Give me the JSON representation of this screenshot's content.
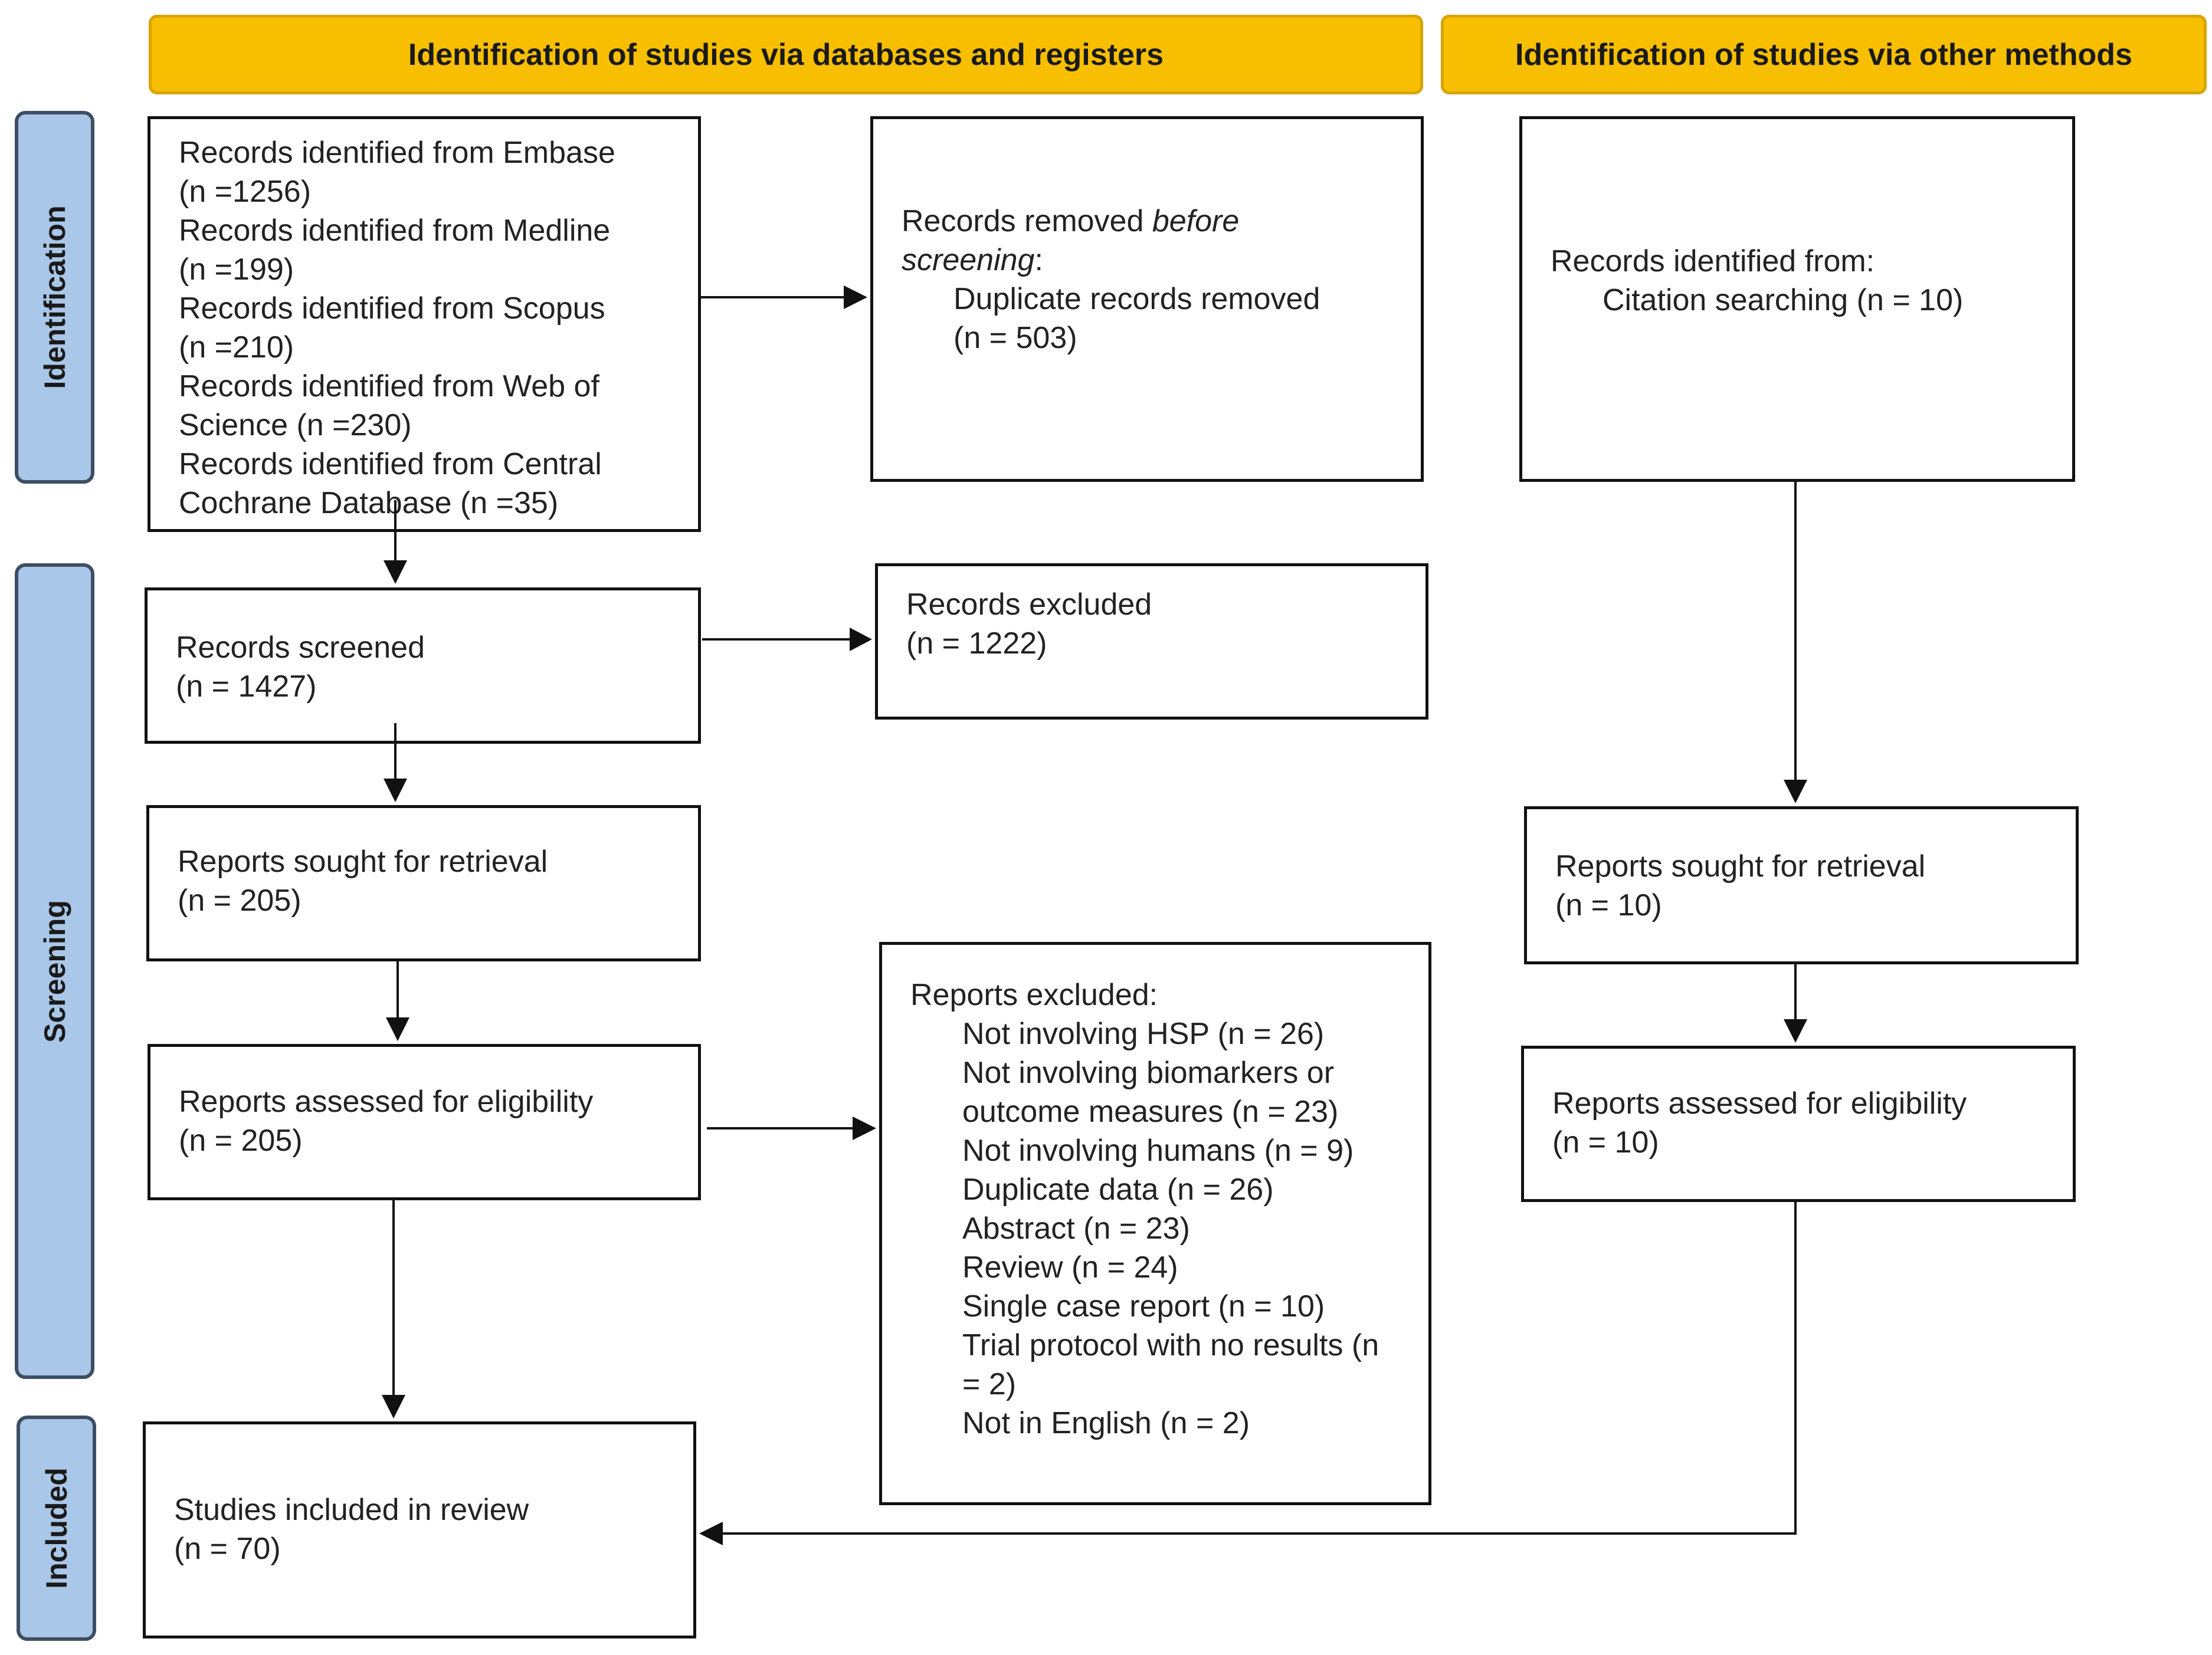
{
  "headers": {
    "databases": "Identification of studies via databases and registers",
    "other": "Identification of studies via other methods"
  },
  "phases": {
    "identification": "Identification",
    "screening": "Screening",
    "included": "Included"
  },
  "boxes": {
    "records_identified": {
      "lines": [
        "Records identified from Embase",
        "(n =1256)",
        "Records identified from Medline",
        "(n =199)",
        "Records identified from Scopus",
        "(n =210)",
        "Records identified from Web of",
        "Science  (n =230)",
        "Records identified from Central",
        "Cochrane Database  (n =35)"
      ]
    },
    "records_removed": {
      "prefix": "Records removed ",
      "emph": "before screening",
      "suffix": ":",
      "item1": "Duplicate records removed",
      "item2": "(n = 503)"
    },
    "other_records": {
      "line1": "Records identified from:",
      "line2": "Citation searching (n = 10)"
    },
    "records_screened": {
      "line1": "Records screened",
      "line2": "(n = 1427)"
    },
    "records_excluded": {
      "line1": "Records excluded",
      "line2": "(n = 1222)"
    },
    "reports_sought": {
      "line1": "Reports sought for retrieval",
      "line2": "(n = 205)"
    },
    "reports_sought_other": {
      "line1": "Reports sought for retrieval",
      "line2": "(n = 10)"
    },
    "reports_assessed": {
      "line1": "Reports assessed for eligibility",
      "line2": "(n = 205)"
    },
    "reports_assessed_other": {
      "line1": "Reports assessed for eligibility",
      "line2": "(n = 10)"
    },
    "reports_excluded": {
      "title": "Reports excluded:",
      "items": [
        "Not involving HSP (n = 26)",
        "Not involving biomarkers or outcome measures (n = 23)",
        "Not involving humans (n = 9)",
        "Duplicate data (n = 26)",
        "Abstract (n = 23)",
        "Review (n = 24)",
        "Single case report (n = 10)",
        "Trial protocol with no results (n = 2)",
        "Not in English (n = 2)"
      ]
    },
    "studies_included": {
      "line1": "Studies included in review",
      "line2": "(n = 70)"
    }
  }
}
